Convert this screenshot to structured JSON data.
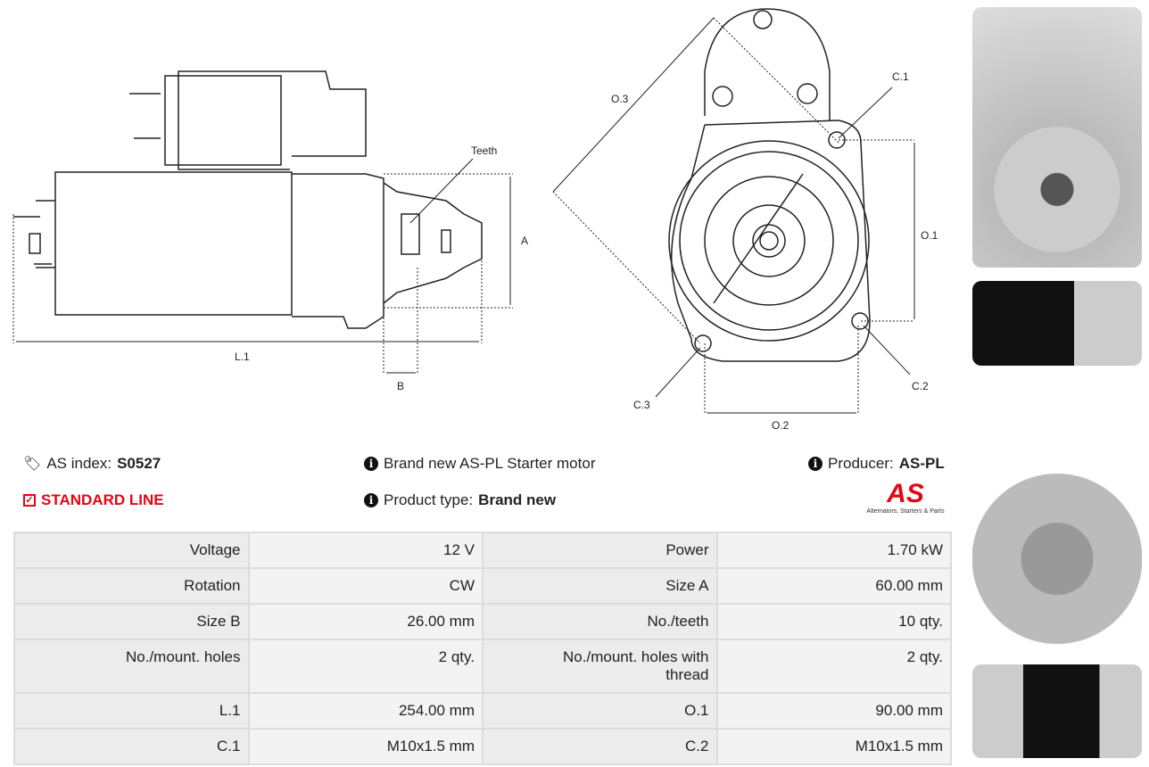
{
  "diagram": {
    "labels": {
      "teeth": "Teeth",
      "a": "A",
      "b": "B",
      "l1": "L.1",
      "o1": "O.1",
      "o2": "O.2",
      "o3": "O.3",
      "c1": "C.1",
      "c2": "C.2",
      "c3": "C.3"
    }
  },
  "info": {
    "as_index_label": "AS index:",
    "as_index_value": "S0527",
    "line": "STANDARD LINE",
    "description": "Brand new AS-PL Starter motor",
    "product_type_label": "Product type:",
    "product_type_value": "Brand new",
    "producer_label": "Producer:",
    "producer_value": "AS-PL",
    "logo_text": "AS",
    "logo_tagline": "Alternators, Starters & Parts"
  },
  "colors": {
    "accent": "#e30613"
  },
  "specs": [
    [
      "Voltage",
      "12 V",
      "Power",
      "1.70 kW"
    ],
    [
      "Rotation",
      "CW",
      "Size A",
      "60.00 mm"
    ],
    [
      "Size B",
      "26.00 mm",
      "No./teeth",
      "10 qty."
    ],
    [
      "No./mount. holes",
      "2 qty.",
      "No./mount. holes with thread",
      "2 qty."
    ],
    [
      "L.1",
      "254.00 mm",
      "O.1",
      "90.00 mm"
    ],
    [
      "C.1",
      "M10x1.5 mm",
      "C.2",
      "M10x1.5 mm"
    ]
  ]
}
